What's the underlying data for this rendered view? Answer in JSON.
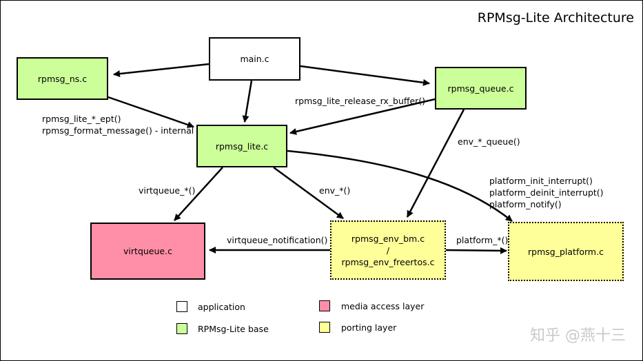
{
  "title": "RPMsg-Lite Architecture",
  "colors": {
    "application": "#ffffff",
    "base": "#ccff99",
    "media": "#ff8fa8",
    "porting": "#ffff99"
  },
  "boxes": {
    "main": "main.c",
    "ns": "rpmsg_ns.c",
    "queue": "rpmsg_queue.c",
    "lite": "rpmsg_lite.c",
    "virtqueue": "virtqueue.c",
    "env_line1": "rpmsg_env_bm.c",
    "env_line2": "/",
    "env_line3": "rpmsg_env_freertos.c",
    "platform": "rpmsg_platform.c"
  },
  "labels": {
    "ns_lite_1": "rpmsg_lite_*_ept()",
    "ns_lite_2": "rpmsg_format_message() - internal",
    "release": "rpmsg_lite_release_rx_buffer()",
    "env_queue": "env_*_queue()",
    "virtqueue_fn": "virtqueue_*()",
    "env_fn": "env_*()",
    "platform_1": "platform_init_interrupt()",
    "platform_2": "platform_deinit_interrupt()",
    "platform_3": "platform_notify()",
    "virtqueue_notification": "virtqueue_notification()",
    "platform_fn": "platform_*()"
  },
  "legend": {
    "application": "application",
    "base": "RPMsg-Lite base",
    "media": "media access layer",
    "porting": "porting layer"
  },
  "watermark": "知乎 @燕十三"
}
